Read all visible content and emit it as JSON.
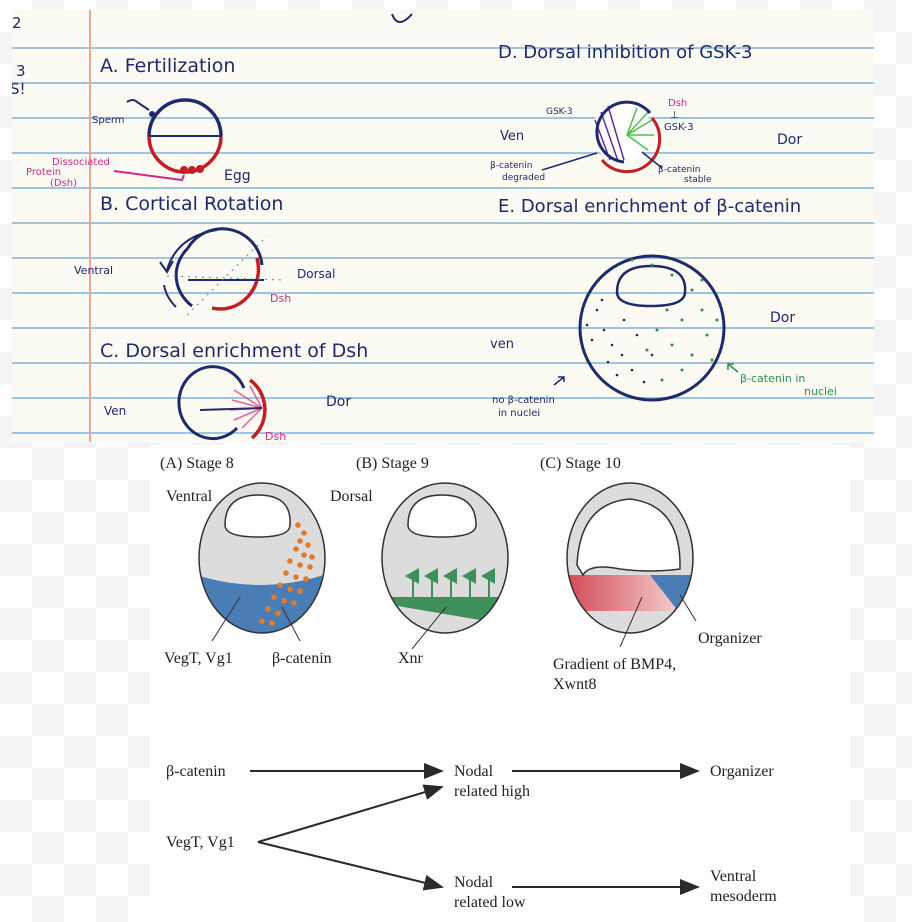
{
  "notes": {
    "margin_scribbles": [
      "2",
      "3",
      "S!"
    ],
    "panels": {
      "A": {
        "title": "A. Fertilization",
        "labels": {
          "sperm": "Sperm",
          "egg": "Egg",
          "dissociated": "Dissociated",
          "protein": "Protein",
          "dsh": "(Dsh)"
        }
      },
      "B": {
        "title": "B. Cortical Rotation",
        "labels": {
          "ventral": "Ventral",
          "dorsal": "Dorsal",
          "dsh": "Dsh"
        }
      },
      "C": {
        "title": "C. Dorsal enrichment of Dsh",
        "labels": {
          "ven": "Ven",
          "dor": "Dor",
          "dsh": "Dsh"
        }
      },
      "D": {
        "title": "D. Dorsal inhibition of GSK-3",
        "labels": {
          "gsk3_left": "GSK-3",
          "dsh": "Dsh",
          "inhibit": "⊥",
          "gsk3_right": "GSK-3",
          "ven": "Ven",
          "dor": "Dor",
          "bcat_degraded_1": "β-catenin",
          "bcat_degraded_2": "degraded",
          "bcat_stable_1": "β-catenin",
          "bcat_stable_2": "stable"
        }
      },
      "E": {
        "title": "E. Dorsal enrichment of β-catenin",
        "labels": {
          "ven": "ven",
          "dor": "Dor",
          "no_bcat_1": "no β-catenin",
          "no_bcat_2": "in nuclei",
          "bcat_nuclei_1": "β-catenin in",
          "bcat_nuclei_2": "nuclei"
        }
      }
    }
  },
  "figure": {
    "panels": [
      {
        "label": "(A)  Stage 8",
        "ventral": "Ventral",
        "dorsal": "Dorsal",
        "callouts": [
          "VegT, Vg1",
          "β-catenin"
        ]
      },
      {
        "label": "(B)  Stage 9",
        "callouts": [
          "Xnr"
        ]
      },
      {
        "label": "(C)  Stage 10",
        "callouts": [
          "Gradient of BMP4,",
          "Xwnt8",
          "Organizer"
        ]
      }
    ],
    "colors": {
      "embryo": "#dcdcdc",
      "vegetal": "#4a7cb5",
      "beta_catenin": "#e07a2e",
      "xnr": "#3e8f5a",
      "bmp_red": "#d24a55",
      "bmp_light": "#f0c4c4",
      "organizer": "#4a7cb5"
    },
    "pathway": {
      "nodes": {
        "beta_catenin": "β-catenin",
        "vegt": "VegT, Vg1",
        "nodal_high_1": "Nodal",
        "nodal_high_2": "related high",
        "nodal_low_1": "Nodal",
        "nodal_low_2": "related low",
        "organizer": "Organizer",
        "ventral_1": "Ventral",
        "ventral_2": "mesoderm"
      }
    }
  }
}
